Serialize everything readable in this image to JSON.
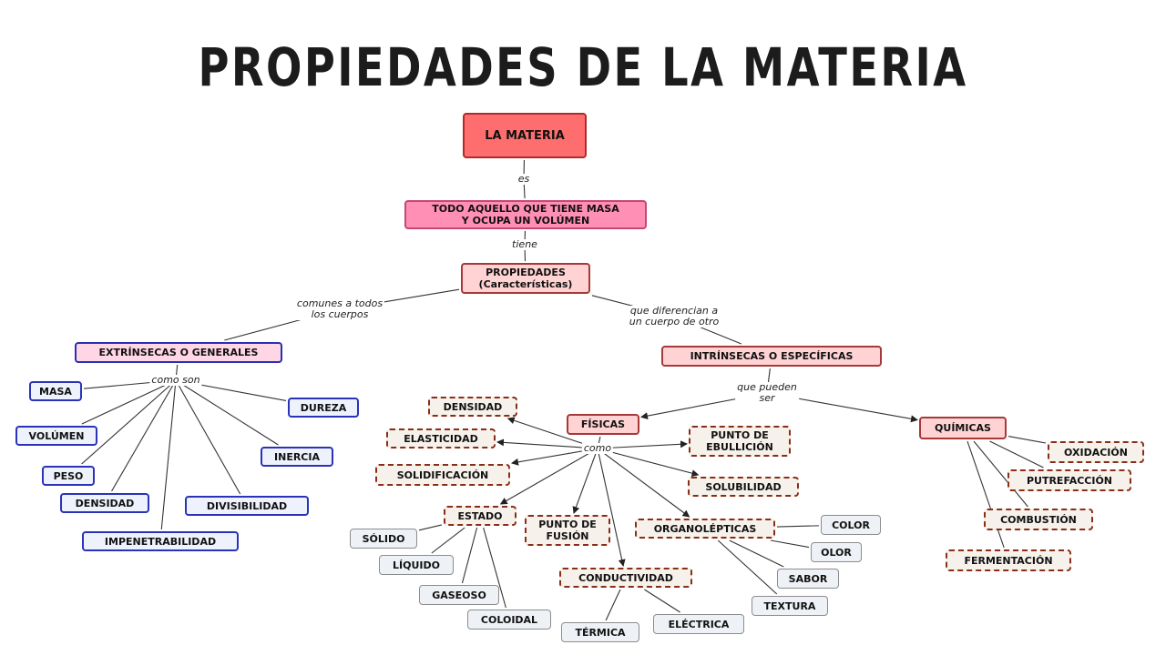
{
  "title": "PROPIEDADES DE LA MATERIA",
  "colors": {
    "main": "#ff6e6e",
    "pink": "#ff8fb4",
    "light_pink": "#ffd3d3",
    "lavender": "#ffd6e6",
    "blue_border": "#2a33b8",
    "dashed_border": "#8a2d17",
    "gray_border": "#8c8c8c"
  },
  "nodes": [
    {
      "id": "materia",
      "text": "LA MATERIA",
      "style": "main"
    },
    {
      "id": "todo",
      "text": "TODO AQUELLO QUE TIENE MASA\nY OCUPA UN VOLÚMEN",
      "style": "pink"
    },
    {
      "id": "propiedades",
      "text": "PROPIEDADES\n(Características)",
      "style": "lpink"
    },
    {
      "id": "extrinsecas",
      "text": "EXTRÍNSECAS O GENERALES",
      "style": "lav"
    },
    {
      "id": "intrinsecas",
      "text": "INTRÍNSECAS O ESPECÍFICAS",
      "style": "lpink"
    },
    {
      "id": "masa",
      "text": "MASA",
      "style": "blue"
    },
    {
      "id": "volumen",
      "text": "VOLÚMEN",
      "style": "blue"
    },
    {
      "id": "peso",
      "text": "PESO",
      "style": "blue"
    },
    {
      "id": "densidad_g",
      "text": "DENSIDAD",
      "style": "blue"
    },
    {
      "id": "impenetrabilidad",
      "text": "IMPENETRABILIDAD",
      "style": "blue"
    },
    {
      "id": "divisibilidad",
      "text": "DIVISIBILIDAD",
      "style": "blue"
    },
    {
      "id": "inercia",
      "text": "INERCIA",
      "style": "blue"
    },
    {
      "id": "dureza",
      "text": "DUREZA",
      "style": "blue"
    },
    {
      "id": "fisicas",
      "text": "FÍSICAS",
      "style": "lpink"
    },
    {
      "id": "quimicas",
      "text": "QUÍMICAS",
      "style": "lpink"
    },
    {
      "id": "densidad_f",
      "text": "DENSIDAD",
      "style": "dash"
    },
    {
      "id": "elasticidad",
      "text": "ELASTICIDAD",
      "style": "dash"
    },
    {
      "id": "solidificacion",
      "text": "SOLIDIFICACIÓN",
      "style": "dash"
    },
    {
      "id": "estado",
      "text": "ESTADO",
      "style": "dash"
    },
    {
      "id": "fusion",
      "text": "PUNTO DE\nFUSIÓN",
      "style": "dash"
    },
    {
      "id": "conductividad",
      "text": "CONDUCTIVIDAD",
      "style": "dash"
    },
    {
      "id": "organolepticas",
      "text": "ORGANOLÉPTICAS",
      "style": "dash"
    },
    {
      "id": "solubilidad",
      "text": "SOLUBILIDAD",
      "style": "dash"
    },
    {
      "id": "ebullicion",
      "text": "PUNTO DE\nEBULLICIÓN",
      "style": "dash"
    },
    {
      "id": "solido",
      "text": "SÓLIDO",
      "style": "gray"
    },
    {
      "id": "liquido",
      "text": "LÍQUIDO",
      "style": "gray"
    },
    {
      "id": "gaseoso",
      "text": "GASEOSO",
      "style": "gray"
    },
    {
      "id": "coloidal",
      "text": "COLOIDAL",
      "style": "gray"
    },
    {
      "id": "termica",
      "text": "TÉRMICA",
      "style": "gray"
    },
    {
      "id": "electrica",
      "text": "ELÉCTRICA",
      "style": "gray"
    },
    {
      "id": "color",
      "text": "COLOR",
      "style": "gray"
    },
    {
      "id": "olor",
      "text": "OLOR",
      "style": "gray"
    },
    {
      "id": "sabor",
      "text": "SABOR",
      "style": "gray"
    },
    {
      "id": "textura",
      "text": "TEXTURA",
      "style": "gray"
    },
    {
      "id": "oxidacion",
      "text": "OXIDACIÓN",
      "style": "dash"
    },
    {
      "id": "putrefaccion",
      "text": "PUTREFACCIÓN",
      "style": "dash"
    },
    {
      "id": "combustion",
      "text": "COMBUSTIÓN",
      "style": "dash"
    },
    {
      "id": "fermentacion",
      "text": "FERMENTACIÓN",
      "style": "dash"
    }
  ],
  "link_labels": [
    {
      "id": "lbl_es",
      "text": "es"
    },
    {
      "id": "lbl_tiene",
      "text": "tiene"
    },
    {
      "id": "lbl_comunes",
      "text": "comunes a todos\nlos cuerpos"
    },
    {
      "id": "lbl_diferencian",
      "text": "que diferencian a\nun cuerpo de otro"
    },
    {
      "id": "lbl_comoson",
      "text": "como son"
    },
    {
      "id": "lbl_pueden",
      "text": "que pueden\nser"
    },
    {
      "id": "lbl_como",
      "text": "como"
    }
  ],
  "edges": [
    {
      "from": "materia",
      "to": "lbl_es"
    },
    {
      "from": "lbl_es",
      "to": "todo"
    },
    {
      "from": "todo",
      "to": "lbl_tiene"
    },
    {
      "from": "lbl_tiene",
      "to": "propiedades"
    },
    {
      "from": "propiedades",
      "to": "lbl_comunes"
    },
    {
      "from": "lbl_comunes",
      "to": "extrinsecas"
    },
    {
      "from": "propiedades",
      "to": "lbl_diferencian"
    },
    {
      "from": "lbl_diferencian",
      "to": "intrinsecas"
    },
    {
      "from": "extrinsecas",
      "to": "lbl_comoson"
    },
    {
      "from": "lbl_comoson",
      "to": "masa"
    },
    {
      "from": "lbl_comoson",
      "to": "volumen"
    },
    {
      "from": "lbl_comoson",
      "to": "peso"
    },
    {
      "from": "lbl_comoson",
      "to": "densidad_g"
    },
    {
      "from": "lbl_comoson",
      "to": "impenetrabilidad"
    },
    {
      "from": "lbl_comoson",
      "to": "divisibilidad"
    },
    {
      "from": "lbl_comoson",
      "to": "inercia"
    },
    {
      "from": "lbl_comoson",
      "to": "dureza"
    },
    {
      "from": "intrinsecas",
      "to": "lbl_pueden"
    },
    {
      "from": "lbl_pueden",
      "to": "fisicas",
      "arrow": true
    },
    {
      "from": "lbl_pueden",
      "to": "quimicas",
      "arrow": true
    },
    {
      "from": "fisicas",
      "to": "lbl_como"
    },
    {
      "from": "lbl_como",
      "to": "densidad_f",
      "arrow": true
    },
    {
      "from": "lbl_como",
      "to": "elasticidad",
      "arrow": true
    },
    {
      "from": "lbl_como",
      "to": "solidificacion",
      "arrow": true
    },
    {
      "from": "lbl_como",
      "to": "estado",
      "arrow": true
    },
    {
      "from": "lbl_como",
      "to": "fusion",
      "arrow": true
    },
    {
      "from": "lbl_como",
      "to": "conductividad",
      "arrow": true
    },
    {
      "from": "lbl_como",
      "to": "organolepticas",
      "arrow": true
    },
    {
      "from": "lbl_como",
      "to": "solubilidad",
      "arrow": true
    },
    {
      "from": "lbl_como",
      "to": "ebullicion",
      "arrow": true
    },
    {
      "from": "estado",
      "to": "solido"
    },
    {
      "from": "estado",
      "to": "liquido"
    },
    {
      "from": "estado",
      "to": "gaseoso"
    },
    {
      "from": "estado",
      "to": "coloidal"
    },
    {
      "from": "conductividad",
      "to": "termica"
    },
    {
      "from": "conductividad",
      "to": "electrica"
    },
    {
      "from": "organolepticas",
      "to": "color"
    },
    {
      "from": "organolepticas",
      "to": "olor"
    },
    {
      "from": "organolepticas",
      "to": "sabor"
    },
    {
      "from": "organolepticas",
      "to": "textura"
    },
    {
      "from": "quimicas",
      "to": "oxidacion"
    },
    {
      "from": "quimicas",
      "to": "putrefaccion"
    },
    {
      "from": "quimicas",
      "to": "combustion"
    },
    {
      "from": "quimicas",
      "to": "fermentacion"
    }
  ]
}
